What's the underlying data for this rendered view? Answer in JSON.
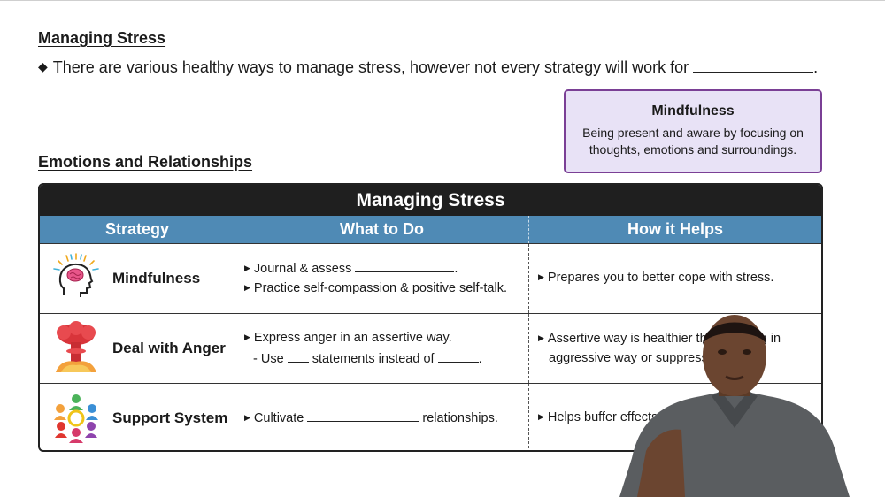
{
  "managing_heading": "Managing Stress",
  "bullet": {
    "text": "There are various healthy ways to manage stress, however not every strategy will work for",
    "end": "."
  },
  "definition": {
    "term": "Mindfulness",
    "text": "Being present and aware by focusing on thoughts, emotions and surroundings."
  },
  "emotions_heading": "Emotions and Relationships",
  "table": {
    "title": "Managing Stress",
    "headers": [
      "Strategy",
      "What to Do",
      "How it Helps"
    ],
    "rows": [
      {
        "strategy": "Mindfulness",
        "icon": "brain-head-icon",
        "what_1": "Journal & assess",
        "what_1_end": ".",
        "what_2": "Practice self-compassion & positive self-talk.",
        "helps": "Prepares you to better cope with stress."
      },
      {
        "strategy": "Deal with Anger",
        "icon": "mushroom-cloud-icon",
        "what_1": "Express anger in an assertive way.",
        "what_2a": "- Use",
        "what_2b": "statements instead of",
        "what_2_end": ".",
        "helps": "Assertive way is healthier th",
        "helps_end": "g in",
        "helps_2": "aggressive way or suppress"
      },
      {
        "strategy": "Support System",
        "icon": "people-circle-icon",
        "what_1a": "Cultivate",
        "what_1b": "relationships.",
        "helps": "Helps buffer effects"
      }
    ]
  },
  "colors": {
    "title_bar": "#1f1f1f",
    "header_bar": "#4f8ab5",
    "definition_bg": "#e8e2f6",
    "definition_border": "#7a3f95"
  }
}
